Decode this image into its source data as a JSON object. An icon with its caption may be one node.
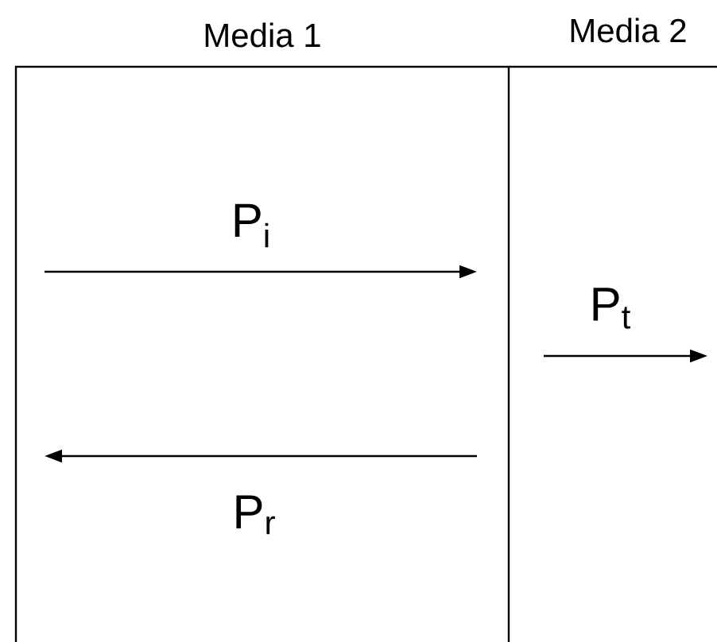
{
  "diagram": {
    "nodes": [
      {
        "text": [
          "Media 1"
        ]
      },
      {
        "text": [
          "Media 2"
        ]
      }
    ],
    "labels": [
      "P$_{i}$",
      "P$_{t}$",
      "P$_{r}$"
    ]
  }
}
